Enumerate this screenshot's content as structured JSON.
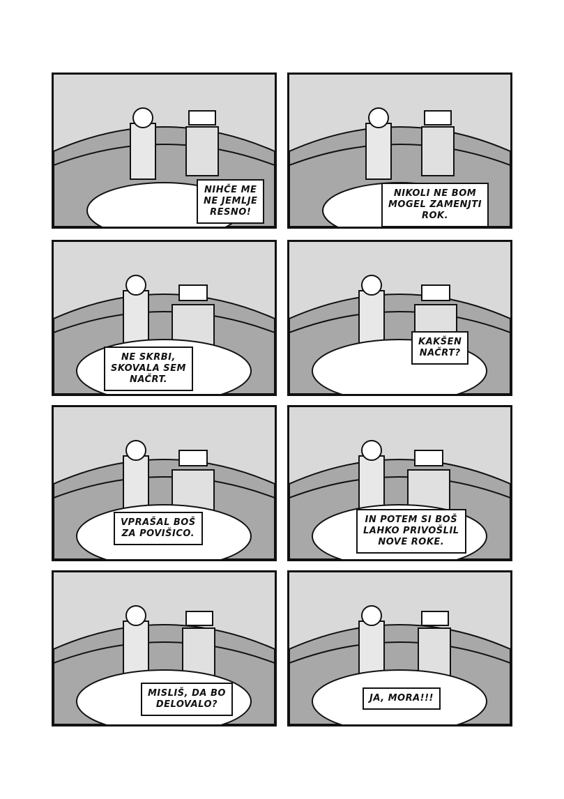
{
  "page": {
    "panels": [
      {
        "id": 1,
        "caption": "NIHČE ME\nNE JEMLJE\nRESNO!"
      },
      {
        "id": 2,
        "caption": "NIKOLI NE BOM\nMOGEL ZAMENJTI\nROK."
      },
      {
        "id": 3,
        "caption": "NE SKRBI,\nSKOVALA SEM\nNAČRT."
      },
      {
        "id": 4,
        "caption": "KAKŠEN\nNAČRT?"
      },
      {
        "id": 5,
        "caption": "VPRAŠAL BOŠ\nZA POVIŠICO."
      },
      {
        "id": 6,
        "caption": "IN POTEM SI BOŠ\nLAHKO PRIVOŠLIL\nNOVE ROKE."
      },
      {
        "id": 7,
        "caption": "MISLIŠ, DA BO\nDELOVALO?"
      },
      {
        "id": 8,
        "caption": "JA, MORA!!!"
      }
    ]
  },
  "colors": {
    "border": "#111111",
    "wall": "#d9d9d9",
    "booth": "#a8a8a8",
    "table": "#ffffff"
  }
}
